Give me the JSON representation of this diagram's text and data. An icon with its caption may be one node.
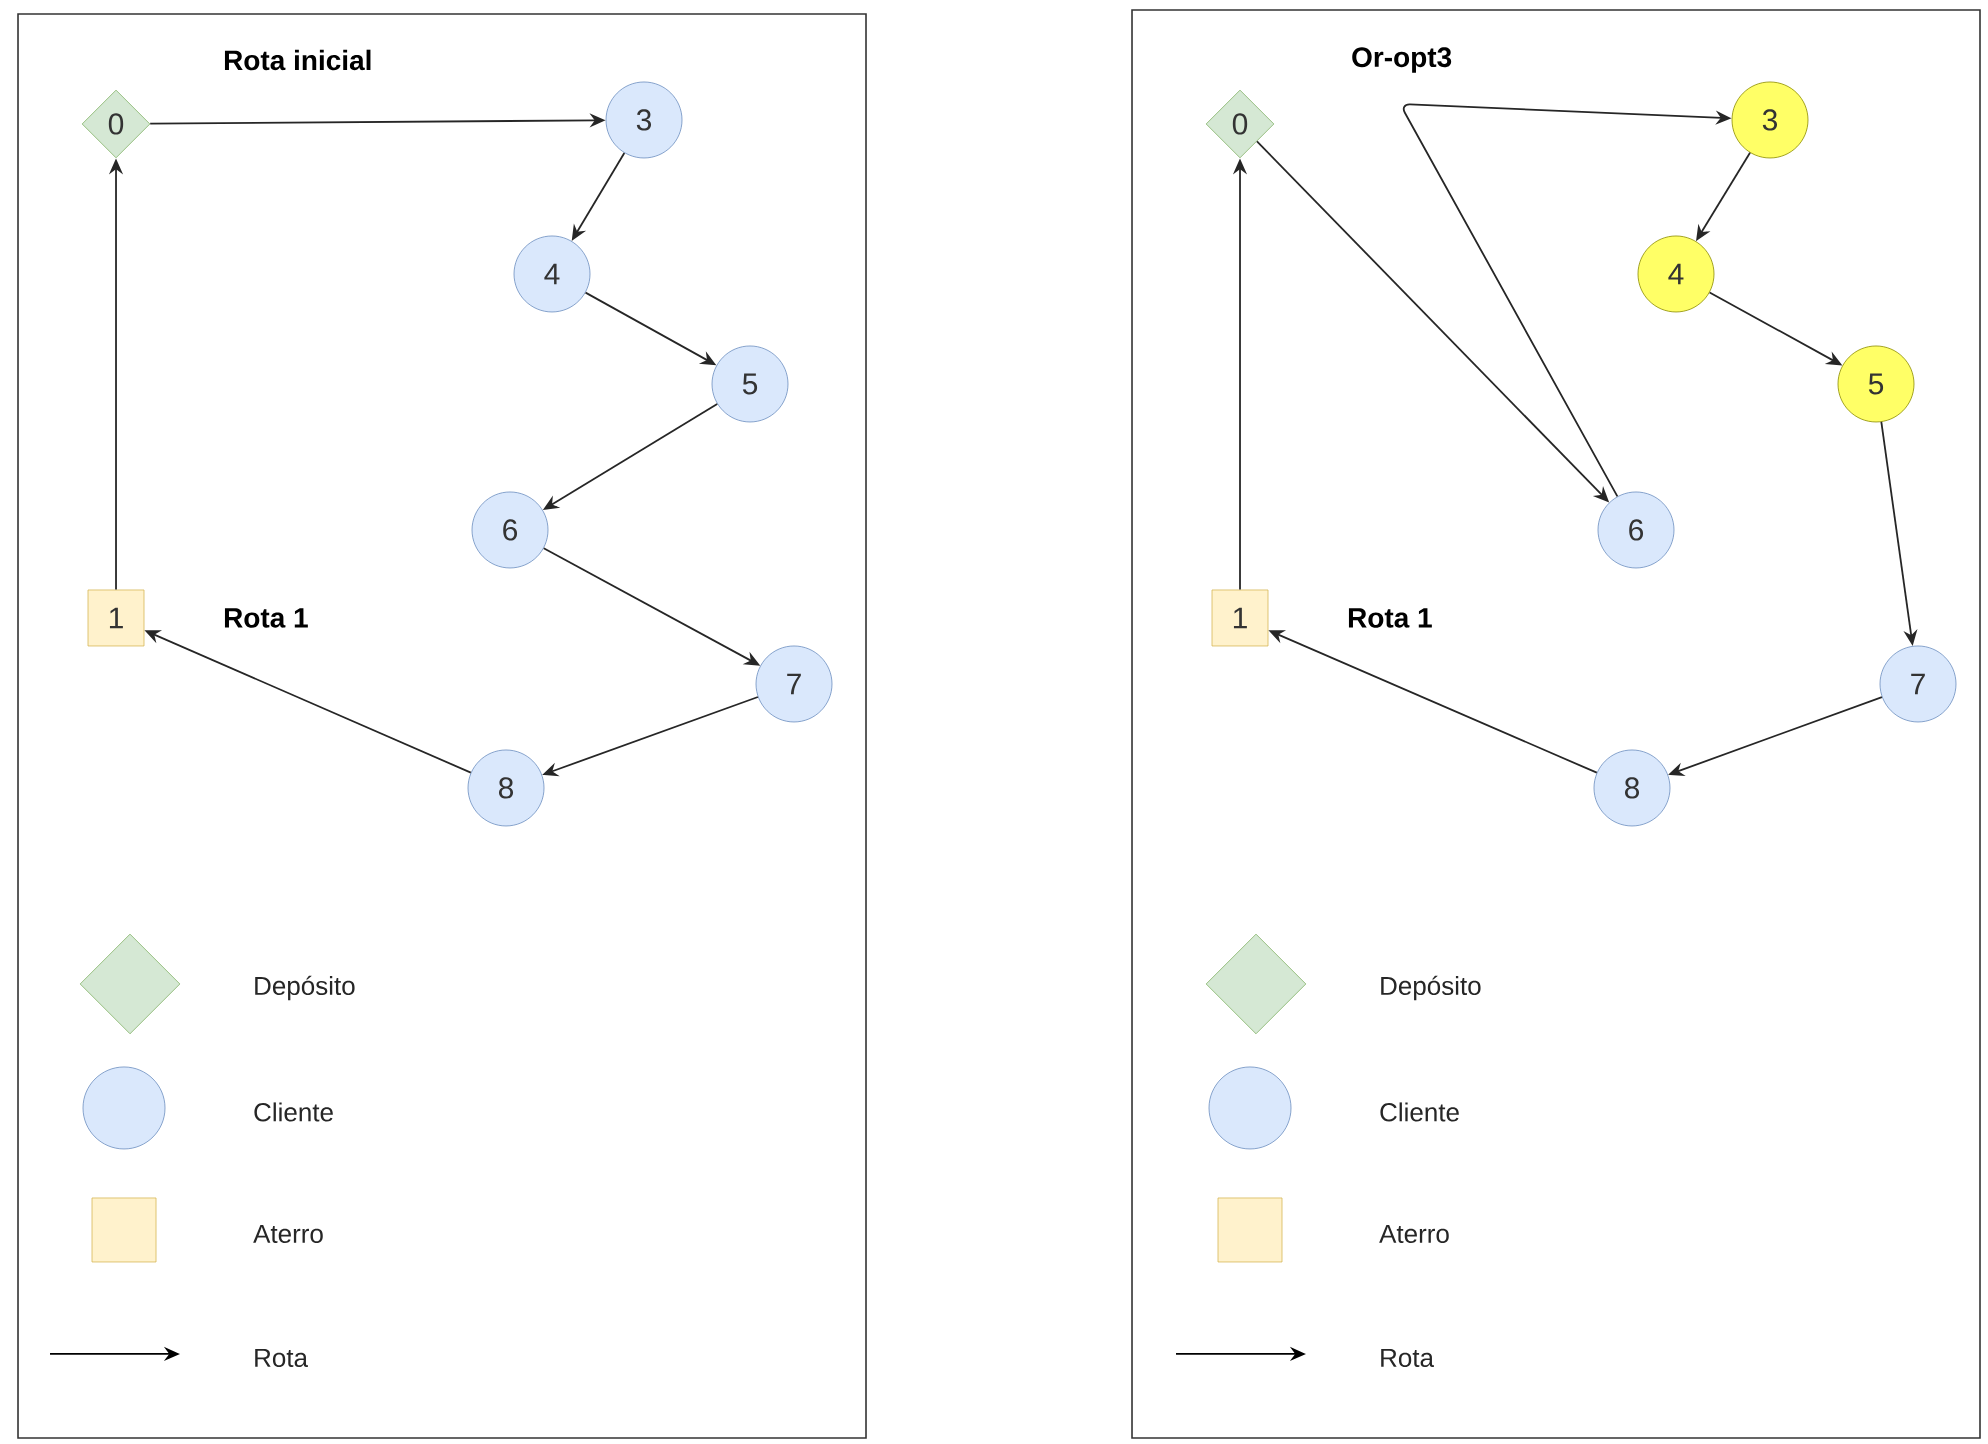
{
  "diagram": {
    "nodes": [
      {
        "text": [
          "Rota inicial"
        ]
      },
      {
        "text": [
          "0"
        ],
        "in": 0
      },
      {
        "text": [
          "3"
        ],
        "in": 0
      },
      {
        "text": [
          "4"
        ],
        "in": 0
      },
      {
        "text": [
          "5"
        ],
        "in": 0
      },
      {
        "text": [
          "6"
        ],
        "in": 0
      },
      {
        "text": [
          "1"
        ],
        "in": 0,
        "beside": [
          "Rota 1"
        ]
      },
      {
        "text": [
          "7"
        ],
        "in": 0
      },
      {
        "text": [
          "8"
        ],
        "in": 0
      },
      {
        "text": [
          "Or-opt3"
        ]
      },
      {
        "text": [
          "0"
        ],
        "in": 9
      },
      {
        "text": [
          "3"
        ],
        "in": 9
      },
      {
        "text": [
          "4"
        ],
        "in": 9
      },
      {
        "text": [
          "5"
        ],
        "in": 9
      },
      {
        "text": [
          "6"
        ],
        "in": 9
      },
      {
        "text": [
          "1"
        ],
        "in": 9,
        "beside": [
          "Rota 1"
        ]
      },
      {
        "text": [
          "7"
        ],
        "in": 9
      },
      {
        "text": [
          "8"
        ],
        "in": 9
      }
    ],
    "edges": [
      {
        "from": 1,
        "to": 2,
        "arrow": "to"
      },
      {
        "from": 2,
        "to": 3,
        "arrow": "to"
      },
      {
        "from": 3,
        "to": 4,
        "arrow": "to"
      },
      {
        "from": 4,
        "to": 5,
        "arrow": "to"
      },
      {
        "from": 5,
        "to": 7,
        "arrow": "to"
      },
      {
        "from": 7,
        "to": 8,
        "arrow": "to"
      },
      {
        "from": 8,
        "to": 6,
        "arrow": "to"
      },
      {
        "from": 6,
        "to": 1,
        "arrow": "to"
      },
      {
        "from": 10,
        "to": 14,
        "arrow": "to"
      },
      {
        "from": 14,
        "to": 11,
        "arrow": "to"
      },
      {
        "from": 11,
        "to": 12,
        "arrow": "to"
      },
      {
        "from": 12,
        "to": 13,
        "arrow": "to"
      },
      {
        "from": 13,
        "to": 16,
        "arrow": "to"
      },
      {
        "from": 16,
        "to": 17,
        "arrow": "to"
      },
      {
        "from": 17,
        "to": 15,
        "arrow": "to"
      },
      {
        "from": 15,
        "to": 10,
        "arrow": "to"
      }
    ],
    "legend": [
      {
        "text": "Depósito"
      },
      {
        "text": "Cliente"
      },
      {
        "text": "Aterro"
      },
      {
        "text": "Rota"
      },
      {
        "text": "Depósito"
      },
      {
        "text": "Cliente"
      },
      {
        "text": "Aterro"
      },
      {
        "text": "Rota"
      }
    ]
  }
}
